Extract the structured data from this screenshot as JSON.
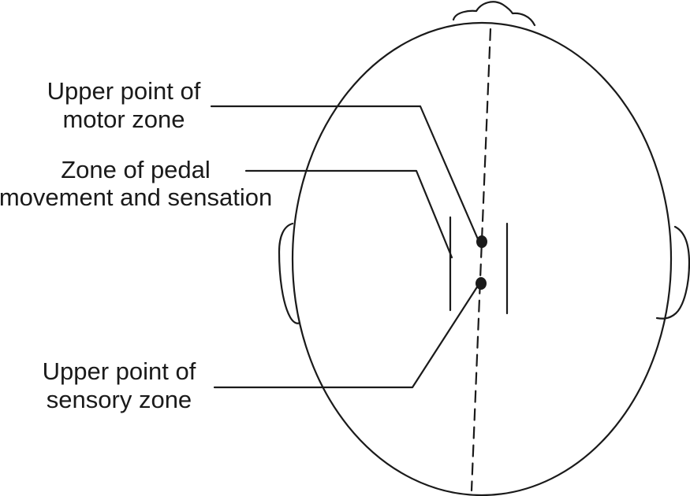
{
  "labels": {
    "upper_motor": {
      "line1": "Upper point of",
      "line2": "motor zone"
    },
    "pedal_zone": {
      "line1": "Zone of pedal",
      "line2": "movement and sensation"
    },
    "upper_sensory": {
      "line1": "Upper point of",
      "line2": "sensory zone"
    }
  },
  "colors": {
    "stroke": "#1a1a1a",
    "background": "#ffffff"
  }
}
